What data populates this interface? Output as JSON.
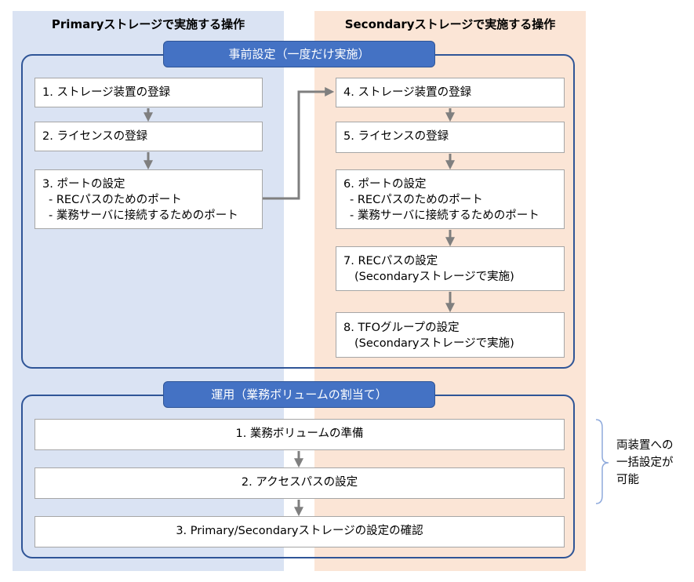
{
  "columns": {
    "primary": {
      "title": "Primaryストレージで実施する操作",
      "color": "#dae3f3"
    },
    "secondary": {
      "title": "Secondaryストレージで実施する操作",
      "color": "#fbe5d6"
    }
  },
  "phases": {
    "setup": {
      "title": "事前設定（一度だけ実施）",
      "primary_steps": [
        {
          "lines": [
            "1. ストレージ装置の登録"
          ]
        },
        {
          "lines": [
            "2. ライセンスの登録"
          ]
        },
        {
          "lines": [
            "3. ポートの設定",
            "- RECパスのためのポート",
            "- 業務サーバに接続するためのポート"
          ]
        }
      ],
      "secondary_steps": [
        {
          "lines": [
            "4. ストレージ装置の登録"
          ]
        },
        {
          "lines": [
            "5. ライセンスの登録"
          ]
        },
        {
          "lines": [
            "6. ポートの設定",
            "- RECパスのためのポート",
            "- 業務サーバに接続するためのポート"
          ]
        },
        {
          "lines": [
            "7. RECパスの設定",
            "(Secondaryストレージで実施)"
          ]
        },
        {
          "lines": [
            "8. TFOグループの設定",
            "(Secondaryストレージで実施)"
          ]
        }
      ]
    },
    "operation": {
      "title": "運用（業務ボリュームの割当て）",
      "steps": [
        {
          "label": "1. 業務ボリュームの準備"
        },
        {
          "label": "2. アクセスパスの設定"
        },
        {
          "label": "3. Primary/Secondaryストレージの設定の確認"
        }
      ]
    }
  },
  "note": {
    "lines": [
      "両装置への",
      "一括設定が",
      "可能"
    ]
  },
  "colors": {
    "accent": "#4472c4",
    "frame": "#2f5597",
    "arrow": "#7f7f7f",
    "brace": "#8faadc"
  }
}
